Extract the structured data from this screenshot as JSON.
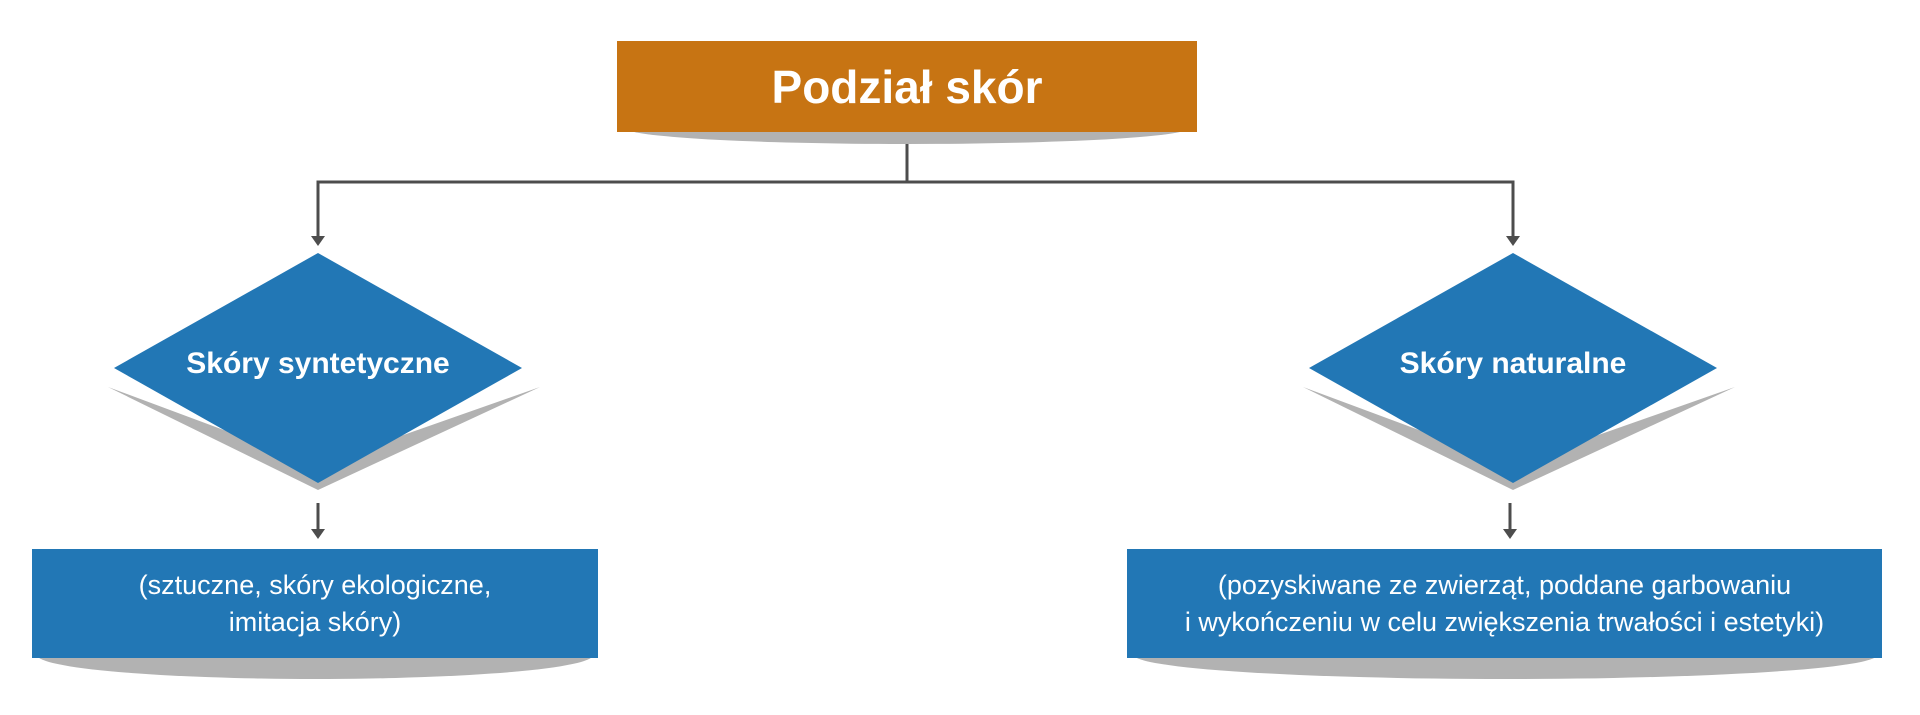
{
  "diagram": {
    "title": "Podział skór",
    "branches": [
      {
        "label": "Skóry syntetyczne",
        "description_lines": [
          "(sztuczne, skóry ekologiczne,",
          "imitacja skóry)"
        ]
      },
      {
        "label": "Skóry naturalne",
        "description_lines": [
          "(pozyskiwane ze zwierząt, poddane garbowaniu",
          "i wykończeniu w celu zwiększenia trwałości i estetyki)"
        ]
      }
    ]
  },
  "colors": {
    "title_fill": "#c77413",
    "node_fill": "#2277b5",
    "shadow": "#b2b2b2",
    "connector": "#4d4d4d",
    "text": "#ffffff"
  }
}
